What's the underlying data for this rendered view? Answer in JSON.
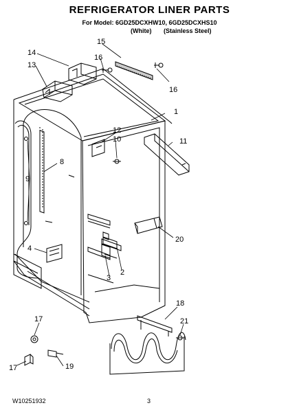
{
  "header": {
    "title": "REFRIGERATOR LINER PARTS",
    "model_line": "For Model: 6GD25DCXHW10, 6GD25DCXHS10",
    "variant_white": "(White)",
    "variant_steel": "(Stainless Steel)"
  },
  "callouts": {
    "c1": "1",
    "c2": "2",
    "c3": "3",
    "c4": "4",
    "c8": "8",
    "c9": "9",
    "c10": "10",
    "c11": "11",
    "c12": "12",
    "c13": "13",
    "c14": "14",
    "c15": "15",
    "c16a": "16",
    "c16b": "16",
    "c17a": "17",
    "c17b": "17",
    "c18": "18",
    "c19": "19",
    "c20": "20",
    "c21": "21"
  },
  "footer": {
    "doc_number": "W10251932",
    "page_number": "3"
  }
}
